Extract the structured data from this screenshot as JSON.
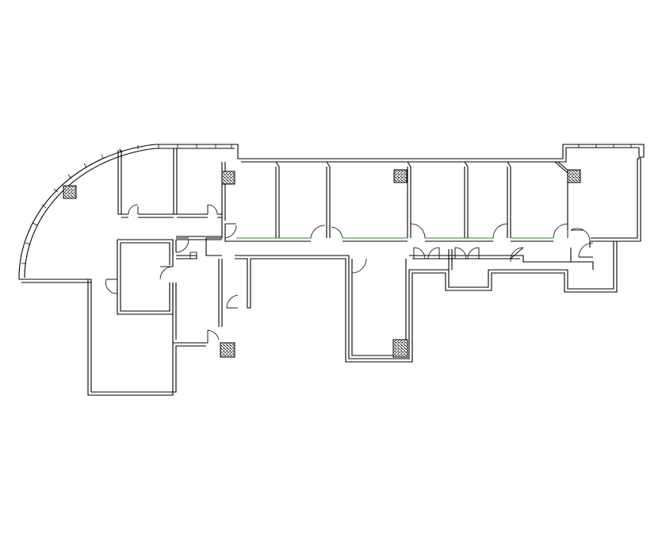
{
  "drawing": {
    "kind": "floor-plan",
    "background": "#ffffff",
    "line_color": "#000000",
    "accent_line_color": "#2a8a2a",
    "column_fill": "stippled",
    "rooms_visible": 26,
    "doors_visible": 20,
    "structural_columns_visible": 6,
    "printed_text": []
  }
}
